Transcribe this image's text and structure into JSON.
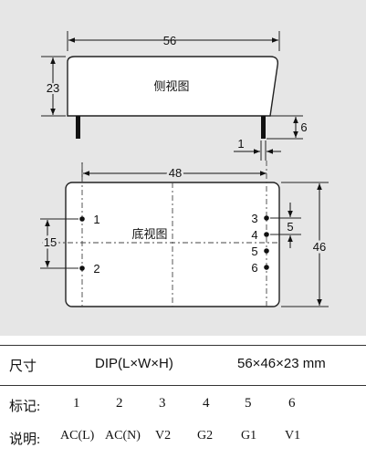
{
  "diagram": {
    "side_view_label": "侧视图",
    "bottom_view_label": "底视图",
    "dims": {
      "top_width": "56",
      "side_height": "23",
      "pin_length": "6",
      "pin_width": "1",
      "pin_span": "48",
      "bottom_height": "46",
      "row_height": "15",
      "pin_pitch": "5"
    },
    "pins": [
      "1",
      "2",
      "3",
      "4",
      "5",
      "6"
    ]
  },
  "table": {
    "size_label": "尺寸",
    "size_code": "DIP(L×W×H)",
    "size_value": "56×46×23 mm",
    "mark_label": "标记:",
    "marks": [
      "1",
      "2",
      "3",
      "4",
      "5",
      "6"
    ],
    "desc_label": "说明:",
    "descs": [
      "AC(L)",
      "AC(N)",
      "V2",
      "G2",
      "G1",
      "V1"
    ]
  }
}
